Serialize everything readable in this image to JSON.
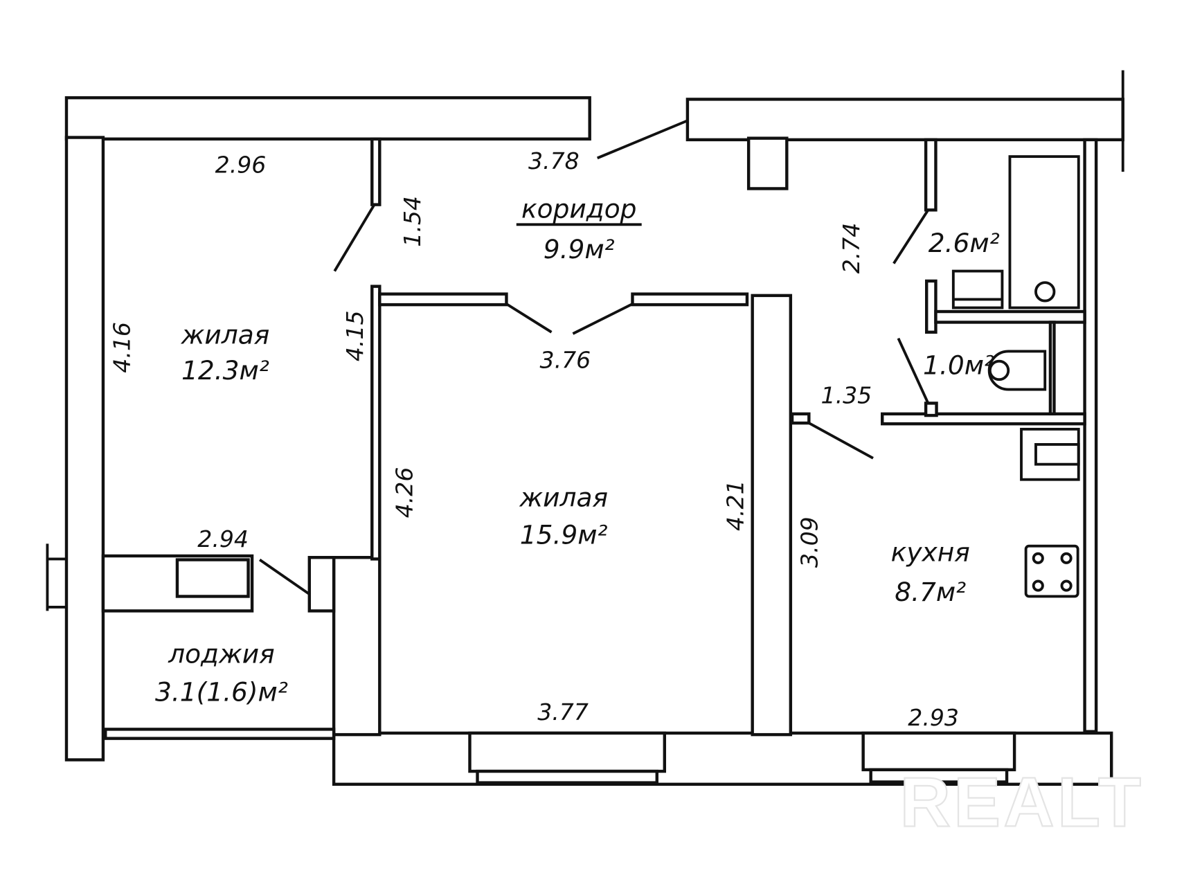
{
  "rooms": {
    "living1": {
      "name": "жилая",
      "area": "12.3м²"
    },
    "corridor": {
      "name": "коридор",
      "area": "9.9м²"
    },
    "living2": {
      "name": "жилая",
      "area": "15.9м²"
    },
    "kitchen": {
      "name": "кухня",
      "area": "8.7м²"
    },
    "loggia": {
      "name": "лоджия",
      "area": "3.1(1.6)м²"
    },
    "bathroom": {
      "area": "2.6м²"
    },
    "toilet": {
      "area": "1.0м²"
    }
  },
  "dimensions": {
    "d296": "2.96",
    "d378": "3.78",
    "d154": "1.54",
    "d416": "4.16",
    "d415": "4.15",
    "d376": "3.76",
    "d274": "2.74",
    "d135": "1.35",
    "d426": "4.26",
    "d421": "4.21",
    "d309": "3.09",
    "d294": "2.94",
    "d377": "3.77",
    "d293": "2.93"
  },
  "watermark": "REALT"
}
